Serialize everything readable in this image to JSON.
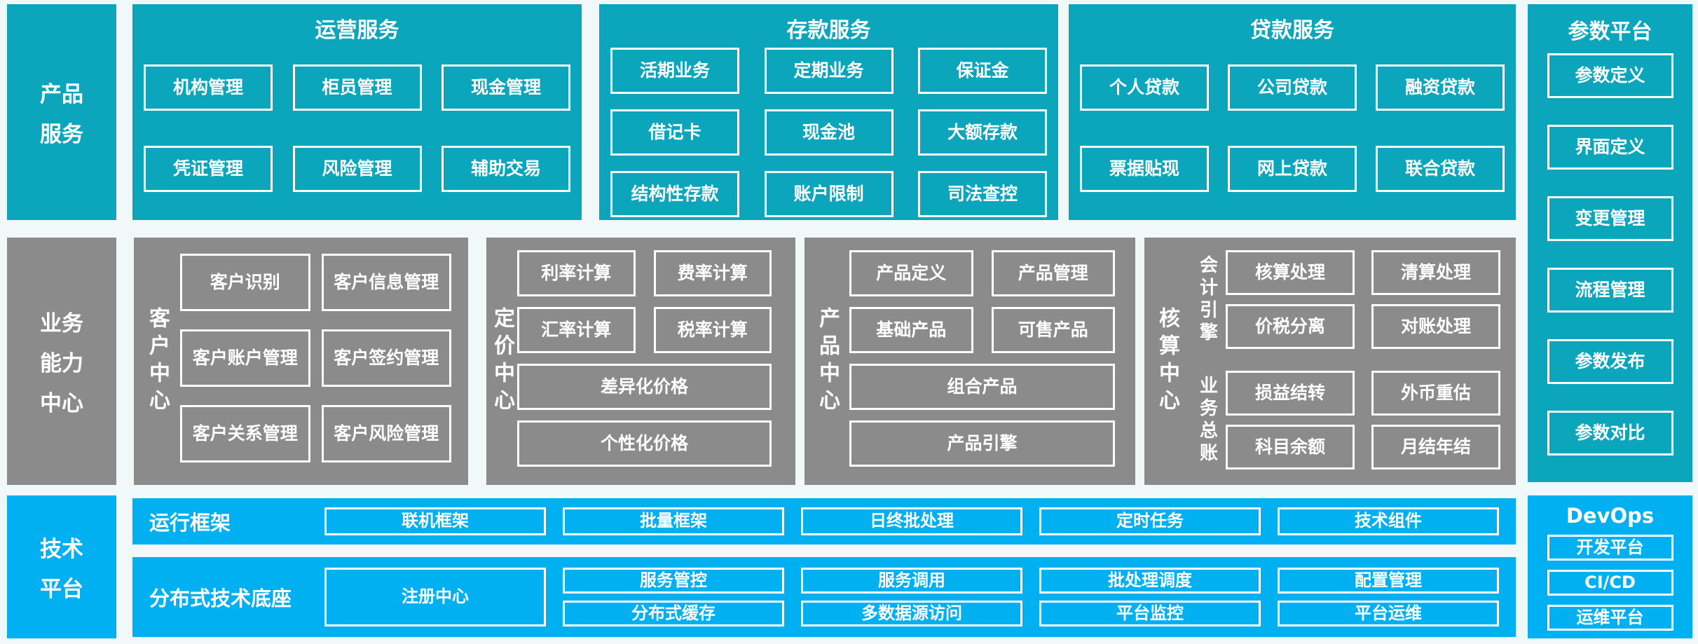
{
  "colors": {
    "teal": "#0BA6BB",
    "gray": "#8B8B8B",
    "blue": "#00B0F0",
    "bg": "#F1F8FA",
    "fg": "#FFFFFF"
  },
  "sidebars": {
    "products": [
      "产品",
      "服务"
    ],
    "capability": [
      "业务",
      "能力",
      "中心"
    ],
    "tech": [
      "技术",
      "平台"
    ]
  },
  "services": [
    {
      "title": "运营服务",
      "items": [
        "机构管理",
        "柜员管理",
        "现金管理",
        "凭证管理",
        "风险管理",
        "辅助交易"
      ]
    },
    {
      "title": "存款服务",
      "items": [
        "活期业务",
        "定期业务",
        "保证金",
        "借记卡",
        "现金池",
        "大额存款",
        "结构性存款",
        "账户限制",
        "司法查控"
      ]
    },
    {
      "title": "贷款服务",
      "items": [
        "个人贷款",
        "公司贷款",
        "融资贷款",
        "票据贴现",
        "网上贷款",
        "联合贷款"
      ]
    }
  ],
  "param_platform": {
    "title": "参数平台",
    "items": [
      "参数定义",
      "界面定义",
      "变更管理",
      "流程管理",
      "参数发布",
      "参数对比"
    ]
  },
  "centers": {
    "customer": {
      "label": "客户中心",
      "items": [
        "客户识别",
        "客户信息管理",
        "客户账户管理",
        "客户签约管理",
        "客户关系管理",
        "客户风险管理"
      ]
    },
    "pricing": {
      "label": "定价中心",
      "items": [
        "利率计算",
        "费率计算",
        "汇率计算",
        "税率计算"
      ],
      "wide": [
        "差异化价格",
        "个性化价格"
      ]
    },
    "product": {
      "label": "产品中心",
      "items": [
        "产品定义",
        "产品管理",
        "基础产品",
        "可售产品"
      ],
      "wide": [
        "组合产品",
        "产品引擎"
      ]
    },
    "accounting": {
      "label": "核算中心",
      "groups": [
        {
          "label": "会计引擎",
          "items": [
            "核算处理",
            "清算处理",
            "价税分离",
            "对账处理"
          ]
        },
        {
          "label": "业务总账",
          "items": [
            "损益结转",
            "外币重估",
            "科目余额",
            "月结年结"
          ]
        }
      ]
    }
  },
  "tech": {
    "runtime": {
      "label": "运行框架",
      "items": [
        "联机框架",
        "批量框架",
        "日终批处理",
        "定时任务",
        "技术组件"
      ]
    },
    "base": {
      "label": "分布式技术底座",
      "registry": "注册中心",
      "top_items": [
        "服务管控",
        "服务调用",
        "批处理调度",
        "配置管理"
      ],
      "bottom_items": [
        "分布式缓存",
        "多数据源访问",
        "平台监控",
        "平台运维"
      ]
    },
    "devops": {
      "title": "DevOps",
      "items": [
        "开发平台",
        "CI/CD",
        "运维平台"
      ]
    }
  }
}
